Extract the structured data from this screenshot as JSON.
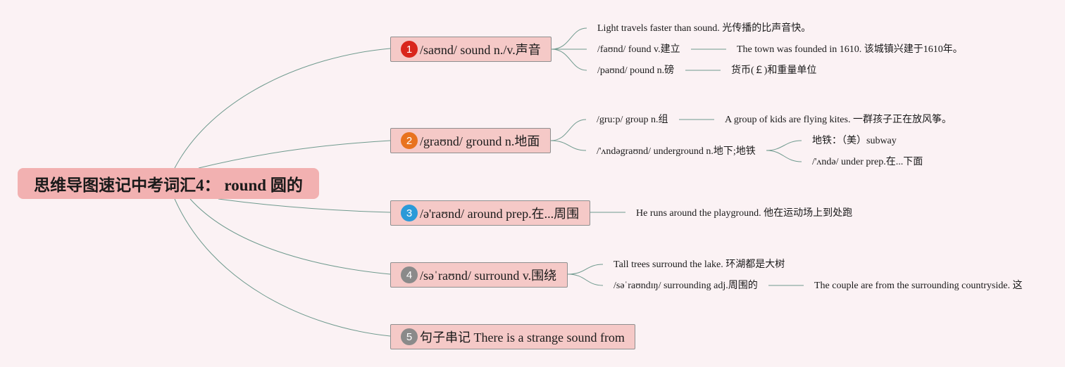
{
  "title": "思维导图速记中考词汇4： round 圆的",
  "branches": [
    {
      "number": "1",
      "badge_color": "#d9261c",
      "label": "/saʊnd/ sound n./v.声音",
      "children": [
        {
          "text": "Light travels faster than sound. 光传播的比声音快。"
        },
        {
          "text": "/faʊnd/ found v.建立",
          "child": "The town was founded in 1610. 该城镇兴建于1610年。"
        },
        {
          "text": "/paʊnd/ pound n.磅",
          "child": "货币(￡)和重量单位"
        }
      ]
    },
    {
      "number": "2",
      "badge_color": "#e8731f",
      "label": "/graʊnd/ ground n.地面",
      "children": [
        {
          "text": "/gru:p/ group n.组",
          "child": "A group of kids are flying kites. 一群孩子正在放风筝。"
        },
        {
          "text": "/'ʌndəgraʊnd/ underground n.地下;地铁",
          "subs": [
            "地铁：（美）subway",
            "/'ʌndə/ under prep.在...下面"
          ]
        }
      ]
    },
    {
      "number": "3",
      "badge_color": "#2b9ad8",
      "label": "/ə'raʊnd/ around prep.在...周围",
      "children": [
        {
          "text": "He runs around the playground. 他在运动场上到处跑"
        }
      ]
    },
    {
      "number": "4",
      "badge_color": "#8a8a8a",
      "label": "/səˈraʊnd/ surround v.围绕",
      "children": [
        {
          "text": "Tall trees surround the lake. 环湖都是大树"
        },
        {
          "text": "/səˈraʊndɪŋ/ surrounding adj.周围的",
          "child": "The couple are from the surrounding countryside. 这"
        }
      ]
    },
    {
      "number": "5",
      "badge_color": "#8a8a8a",
      "label": "句子串记 There is a strange sound from",
      "children": []
    }
  ]
}
